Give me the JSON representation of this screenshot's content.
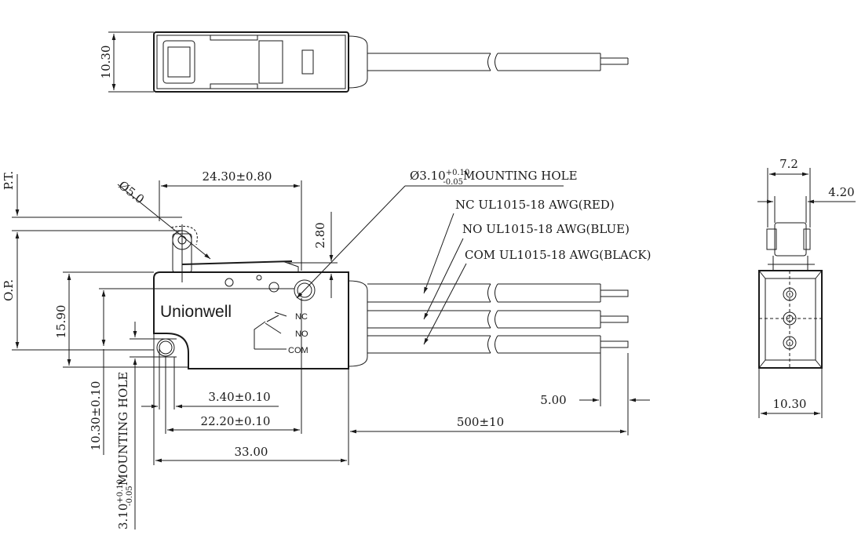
{
  "brand": "Unionwell",
  "dims": {
    "top_height": "10.30",
    "pt": "P.T.",
    "op": "O.P.",
    "roller_dia": "Ø5.0",
    "lever_len": "24.30±0.80",
    "gap_280": "2.80",
    "height_1590": "15.90",
    "height_1030": "10.30±0.10",
    "hole_340": "3.40±0.10",
    "pitch_2220": "22.20±0.10",
    "len_3300": "33.00",
    "wire_500": "500±10",
    "strip_500": "5.00",
    "side_72": "7.2",
    "side_420": "4.20",
    "side_1030": "10.30"
  },
  "mounting_top": {
    "prefix": "Ø3.10",
    "tol_plus": "+0.10",
    "tol_minus": "-0.05",
    "suffix": "MOUNTING HOLE"
  },
  "mounting_vert": {
    "prefix": "3.10",
    "tol_plus": "+0.10",
    "tol_minus": "-0.05",
    "suffix": "MOUNTING HOLE"
  },
  "wires": {
    "nc": "NC UL1015-18 AWG(RED)",
    "no": "NO UL1015-18 AWG(BLUE)",
    "com": "COM UL1015-18 AWG(BLACK)"
  },
  "terminals": {
    "nc": "NC",
    "no": "NO",
    "com": "COM"
  }
}
